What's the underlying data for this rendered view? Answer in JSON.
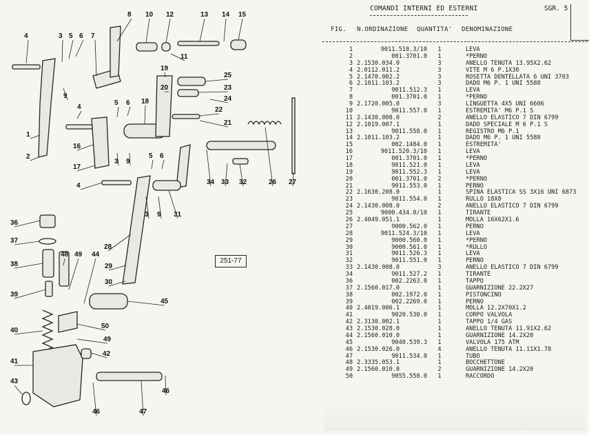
{
  "header": {
    "title": "COMANDI INTERNI ED ESTERNI",
    "section": "SGR. 5",
    "columns": {
      "fig": "FIG.",
      "order": "N.ORDINAZIONE",
      "qty": "QUANTITA'",
      "name": "DENOMINAZIONE"
    }
  },
  "diagram": {
    "reference_code": "251-77",
    "callouts": [
      "4",
      "3",
      "5",
      "6",
      "7",
      "8",
      "10",
      "12",
      "13",
      "14",
      "15",
      "11",
      "19",
      "25",
      "20",
      "23",
      "24",
      "18",
      "22",
      "21",
      "9",
      "4",
      "5",
      "6",
      "1",
      "16",
      "2",
      "17",
      "3",
      "9",
      "5",
      "6",
      "34",
      "33",
      "32",
      "26",
      "27",
      "4",
      "3",
      "9",
      "31",
      "36",
      "37",
      "28",
      "38",
      "48",
      "49",
      "44",
      "29",
      "30",
      "39",
      "45",
      "40",
      "50",
      "49",
      "42",
      "41",
      "43",
      "46",
      "47",
      "46"
    ]
  },
  "parts": [
    {
      "fig": "1",
      "order": "9011.510.3/10",
      "qty": "1",
      "name": "LEVA"
    },
    {
      "fig": "2",
      "order": "001.3701.0",
      "qty": "1",
      "name": "*PERNO"
    },
    {
      "fig": "3",
      "order": "2.1530.034.0",
      "qty": "3",
      "name": "ANELLO TENUTA 13.95X2.62"
    },
    {
      "fig": "4",
      "order": "2.0112.011.2",
      "qty": "3",
      "name": "VITE M 6 P.1X30"
    },
    {
      "fig": "5",
      "order": "2.1470.002.2",
      "qty": "3",
      "name": "ROSETTA DENTELLATA 6 UNI 3703"
    },
    {
      "fig": "6",
      "order": "2.1011.103.2",
      "qty": "3",
      "name": "DADO M6 P. 1 UNI 5588"
    },
    {
      "fig": "7",
      "order": "9011.512.3",
      "qty": "1",
      "name": "LEVA"
    },
    {
      "fig": "8",
      "order": "001.3701.0",
      "qty": "1",
      "name": "*PERNO"
    },
    {
      "fig": "9",
      "order": "2.1720.005.0",
      "qty": "3",
      "name": "LINGUETTA 4X5 UNI 6606"
    },
    {
      "fig": "10",
      "order": "9011.557.0",
      "qty": "1",
      "name": "ESTREMITA' M6 P.1 S"
    },
    {
      "fig": "11",
      "order": "2.1430.008.0",
      "qty": "2",
      "name": "ANELLO ELASTICO 7 DIN 6799"
    },
    {
      "fig": "12",
      "order": "2.1019.007.1",
      "qty": "1",
      "name": "DADO SPECIALE M 6 P.1 S"
    },
    {
      "fig": "13",
      "order": "9011.558.0",
      "qty": "1",
      "name": "REGISTRO M6 P.1"
    },
    {
      "fig": "14",
      "order": "2.1011.103.2",
      "qty": "1",
      "name": "DADO M6 P. 1 UNI 5588"
    },
    {
      "fig": "15",
      "order": "002.1484.0",
      "qty": "1",
      "name": "ESTREMITA'"
    },
    {
      "fig": "16",
      "order": "9011.520.3/10",
      "qty": "1",
      "name": "LEVA"
    },
    {
      "fig": "17",
      "order": "001.3701.0",
      "qty": "1",
      "name": "*PERNO"
    },
    {
      "fig": "18",
      "order": "9011.521.0",
      "qty": "1",
      "name": "LEVA"
    },
    {
      "fig": "19",
      "order": "9011.552.3",
      "qty": "1",
      "name": "LEVA"
    },
    {
      "fig": "20",
      "order": "001.3701.0",
      "qty": "2",
      "name": "*PERNO"
    },
    {
      "fig": "21",
      "order": "9011.553.0",
      "qty": "1",
      "name": "PERNO"
    },
    {
      "fig": "22",
      "order": "2.1630.208.0",
      "qty": "1",
      "name": "SPINA ELASTICA SS 3X16 UNI 6873"
    },
    {
      "fig": "23",
      "order": "9011.554.0",
      "qty": "1",
      "name": "RULLO 18X8"
    },
    {
      "fig": "24",
      "order": "2.1430.008.0",
      "qty": "2",
      "name": "ANELLO ELASTICO 7 DIN 6799"
    },
    {
      "fig": "25",
      "order": "9000.434.0/10",
      "qty": "1",
      "name": "TIRANTE"
    },
    {
      "fig": "26",
      "order": "2.4049.051.1",
      "qty": "1",
      "name": "MOLLA 16X62X1.6"
    },
    {
      "fig": "27",
      "order": "9000.562.0",
      "qty": "1",
      "name": "PERNO"
    },
    {
      "fig": "28",
      "order": "9011.524.3/10",
      "qty": "1",
      "name": "LEVA"
    },
    {
      "fig": "29",
      "order": "9000.560.0",
      "qty": "1",
      "name": "*PERNO"
    },
    {
      "fig": "30",
      "order": "9000.561.0",
      "qty": "1",
      "name": "*RULLO"
    },
    {
      "fig": "31",
      "order": "9011.526.3",
      "qty": "1",
      "name": "LEVA"
    },
    {
      "fig": "32",
      "order": "9011.551.0",
      "qty": "1",
      "name": "PERNO"
    },
    {
      "fig": "33",
      "order": "2.1430.008.0",
      "qty": "3",
      "name": "ANELLO ELASTICO 7 DIN 6799"
    },
    {
      "fig": "34",
      "order": "9011.527.2",
      "qty": "1",
      "name": "TIRANTE"
    },
    {
      "fig": "36",
      "order": "002.2263.0",
      "qty": "1",
      "name": "TAPPO"
    },
    {
      "fig": "37",
      "order": "2.1560.017.0",
      "qty": "1",
      "name": "GUARNIZIONE 22.2X27"
    },
    {
      "fig": "38",
      "order": "002.1972.0",
      "qty": "1",
      "name": "PISTONCINO"
    },
    {
      "fig": "39",
      "order": "002.2269.0",
      "qty": "1",
      "name": "PERNO"
    },
    {
      "fig": "40",
      "order": "2.4019.006.1",
      "qty": "1",
      "name": "MOLLA 12.2X70X1.2"
    },
    {
      "fig": "41",
      "order": "9020.530.0",
      "qty": "1",
      "name": "CORPO VALVOLA"
    },
    {
      "fig": "42",
      "order": "2.3130.002.1",
      "qty": "1",
      "name": "TAPPO 1/4 GAS"
    },
    {
      "fig": "43",
      "order": "2.1530.028.0",
      "qty": "1",
      "name": "ANELLO TENUTA 11.91X2.62"
    },
    {
      "fig": "44",
      "order": "2.1560.010.0",
      "qty": "1",
      "name": "GUARNIZIONE 14.2X20"
    },
    {
      "fig": "45",
      "order": "9040.539.3",
      "qty": "1",
      "name": "VALVOLA 175 ATM"
    },
    {
      "fig": "46",
      "order": "2.1530.026.0",
      "qty": "4",
      "name": "ANELLO TENUTA 11.11X1.78"
    },
    {
      "fig": "47",
      "order": "9011.534.0",
      "qty": "1",
      "name": "TUBO"
    },
    {
      "fig": "48",
      "order": "2.3335.053.1",
      "qty": "1",
      "name": "BOCCHETTONE"
    },
    {
      "fig": "49",
      "order": "2.1560.010.0",
      "qty": "2",
      "name": "GUARNIZIONE 14.2X20"
    },
    {
      "fig": "50",
      "order": "9055.550.0",
      "qty": "1",
      "name": "RACCORDO"
    }
  ]
}
